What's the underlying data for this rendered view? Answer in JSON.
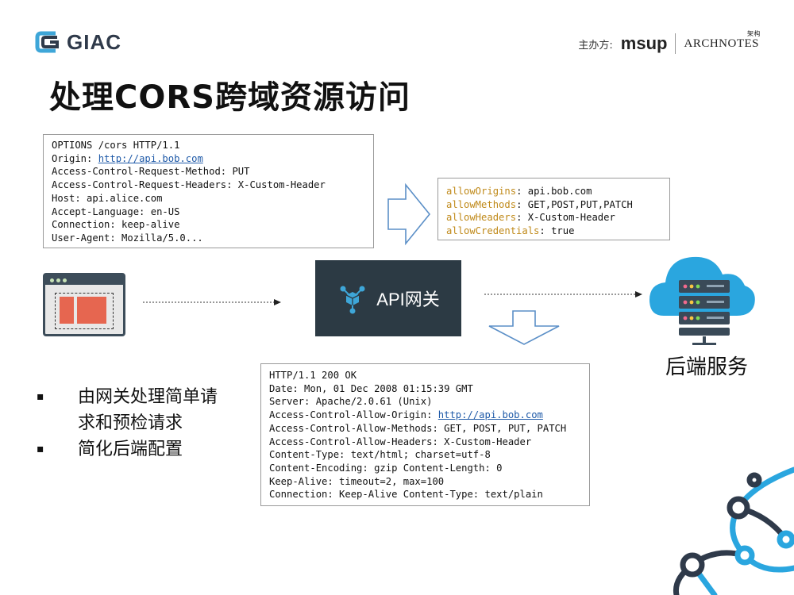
{
  "header": {
    "logo_text": "GIAC",
    "sponsor_label": "主办方:",
    "sponsor_logo1": "msup",
    "sponsor_logo2": "ARCHNOTES",
    "sponsor_logo2_sub": "架构"
  },
  "title": "处理CORS跨域资源访问",
  "request": {
    "line1": "OPTIONS /cors HTTP/1.1",
    "origin_label": "Origin: ",
    "origin_link": "http://api.bob.com",
    "line3": "Access-Control-Request-Method: PUT",
    "line4": "Access-Control-Request-Headers: X-Custom-Header",
    "line5": "Host: api.alice.com",
    "line6": "Accept-Language: en-US",
    "line7": "Connection: keep-alive",
    "line8": "User-Agent: Mozilla/5.0..."
  },
  "config": [
    {
      "key": "allowOrigins",
      "value": ": api.bob.com"
    },
    {
      "key": "allowMethods",
      "value": ": GET,POST,PUT,PATCH"
    },
    {
      "key": "allowHeaders",
      "value": ": X-Custom-Header"
    },
    {
      "key": "allowCredentials",
      "value": ": true"
    }
  ],
  "gateway_label": "API网关",
  "backend_label": "后端服务",
  "response": {
    "line1": "HTTP/1.1 200 OK",
    "line2": "Date: Mon, 01 Dec 2008 01:15:39 GMT",
    "line3": "Server: Apache/2.0.61 (Unix)",
    "acao_label": "Access-Control-Allow-Origin: ",
    "acao_link": "http://api.bob.com",
    "line5": "Access-Control-Allow-Methods: GET, POST, PUT, PATCH",
    "line6": "Access-Control-Allow-Headers: X-Custom-Header",
    "line7": "Content-Type: text/html; charset=utf-8",
    "line8": "Content-Encoding: gzip Content-Length: 0",
    "line9": "Keep-Alive: timeout=2, max=100",
    "line10": "Connection: Keep-Alive Content-Type: text/plain"
  },
  "bullets": {
    "marker": "▪",
    "item1_line1": "由网关处理简单请",
    "item1_line2": "求和预检请求",
    "item2": "简化后端配置"
  },
  "colors": {
    "gateway_bg": "#2c3a44",
    "config_key": "#c08a1a",
    "link": "#1f5aa8",
    "cloud": "#2aa6df",
    "browser_panel": "#e66650"
  }
}
